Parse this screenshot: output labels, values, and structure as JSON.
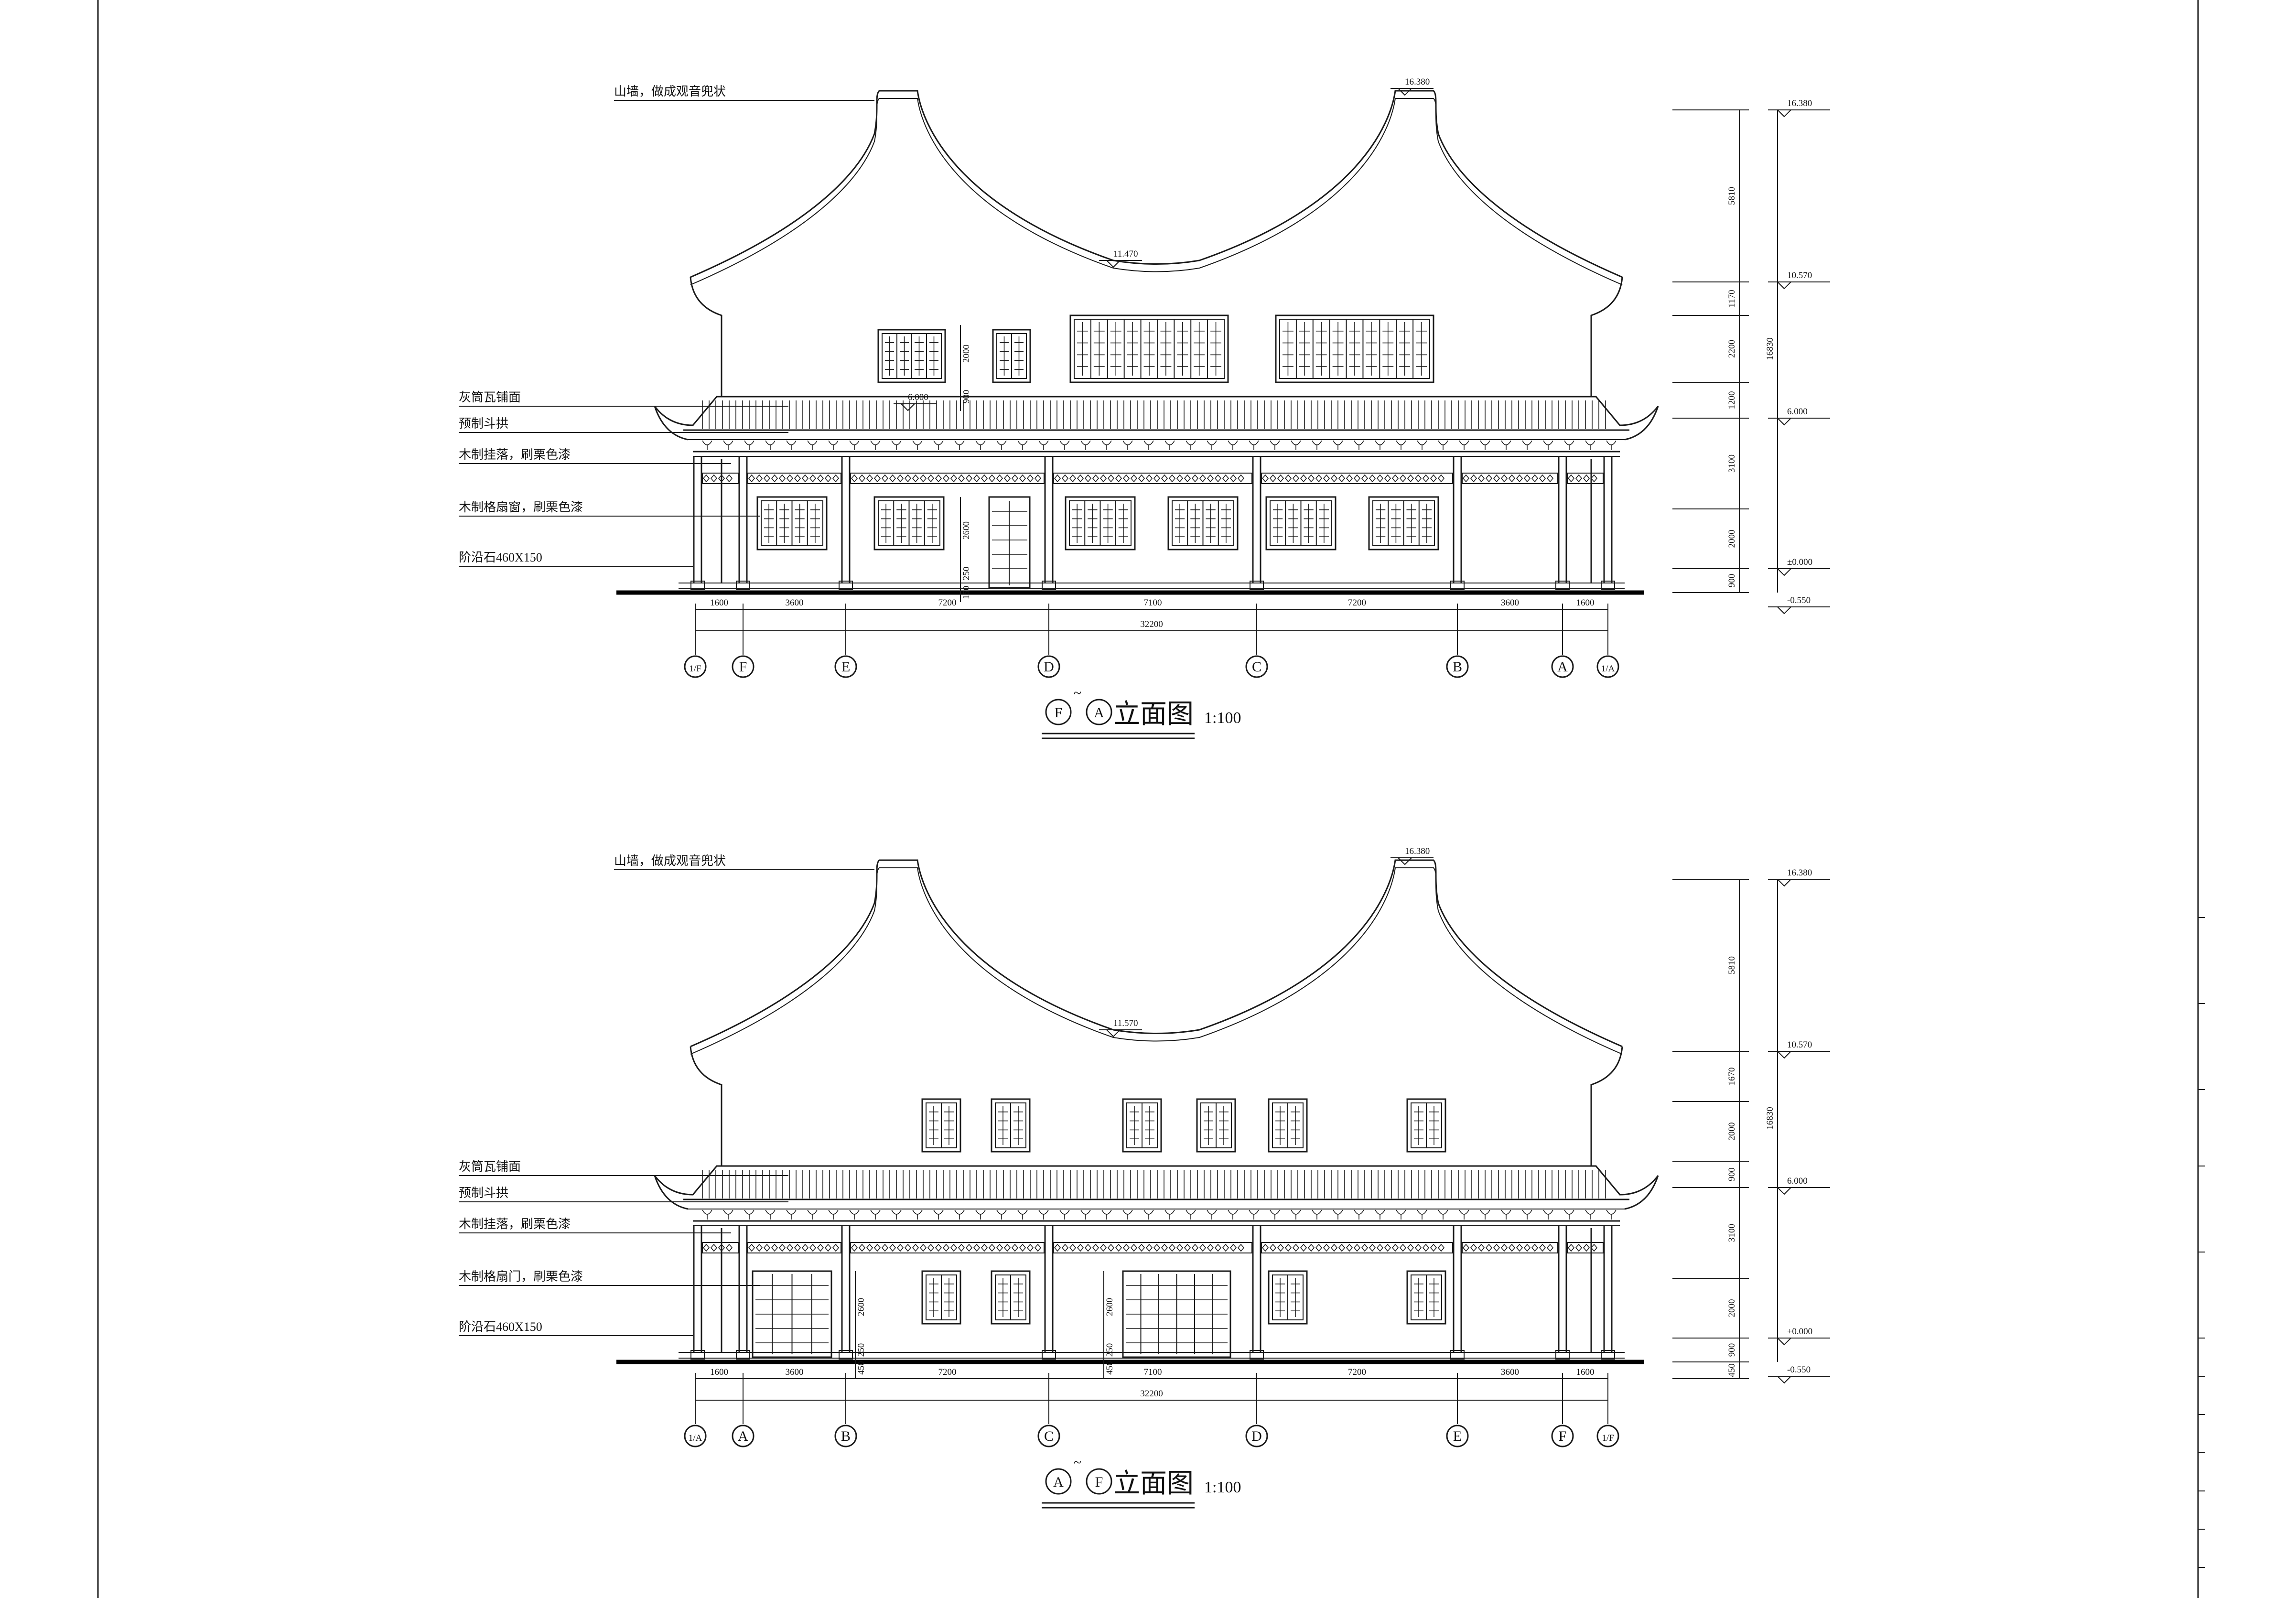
{
  "elevations": [
    {
      "title_start": "F",
      "title_end": "A",
      "title_text": "立面图",
      "scale": "1:100",
      "top_elev": "16.380",
      "ridge_elev": "11.470",
      "eave_mark": "6.000",
      "annotations": [
        "山墙，做成观音兜状",
        "灰筒瓦铺面",
        "预制斗拱",
        "木制挂落，刷栗色漆",
        "木制格扇窗，刷栗色漆",
        "阶沿石460X150"
      ],
      "grid_labels": [
        "1/F",
        "F",
        "E",
        "D",
        "C",
        "B",
        "A",
        "1/A"
      ],
      "dims_bottom": [
        "1600",
        "3600",
        "7200",
        "7100",
        "7200",
        "3600",
        "1600"
      ],
      "total": "32200",
      "level_labels": [
        "16.380",
        "10.570",
        "6.000",
        "±0.000",
        "-0.550"
      ],
      "level_dims": [
        "5810",
        "1170",
        "2200",
        "1200",
        "3100",
        "2000",
        "900"
      ],
      "overall_height": "16830",
      "inner_dims": [
        "2000",
        "900",
        "2600",
        "250",
        "150"
      ],
      "upper_windows": "ribbon",
      "lower_bays": [
        "window",
        "window",
        "door",
        "window",
        "window",
        "window",
        "window",
        "open"
      ]
    },
    {
      "title_start": "A",
      "title_end": "F",
      "title_text": "立面图",
      "scale": "1:100",
      "top_elev": "16.380",
      "ridge_elev": "11.570",
      "eave_mark": "",
      "annotations": [
        "山墙，做成观音兜状",
        "灰筒瓦铺面",
        "预制斗拱",
        "木制挂落，刷栗色漆",
        "木制格扇门，刷栗色漆",
        "阶沿石460X150"
      ],
      "grid_labels": [
        "1/A",
        "A",
        "B",
        "C",
        "D",
        "E",
        "F",
        "1/F"
      ],
      "dims_bottom": [
        "1600",
        "3600",
        "7200",
        "7100",
        "7200",
        "3600",
        "1600"
      ],
      "total": "32200",
      "level_labels": [
        "16.380",
        "10.570",
        "6.000",
        "±0.000",
        "-0.550"
      ],
      "level_dims": [
        "5810",
        "1670",
        "2000",
        "900",
        "3100",
        "2000",
        "900",
        "450"
      ],
      "overall_height": "16830",
      "inner_dims": [
        "2600",
        "250",
        "450",
        "2600",
        "250",
        "450"
      ],
      "upper_windows": "single",
      "lower_bays": [
        "doors",
        "window",
        "window",
        "doors",
        "window",
        "window"
      ]
    }
  ],
  "colors": {
    "ink": "#1a1a1a",
    "paper": "#ffffff"
  }
}
